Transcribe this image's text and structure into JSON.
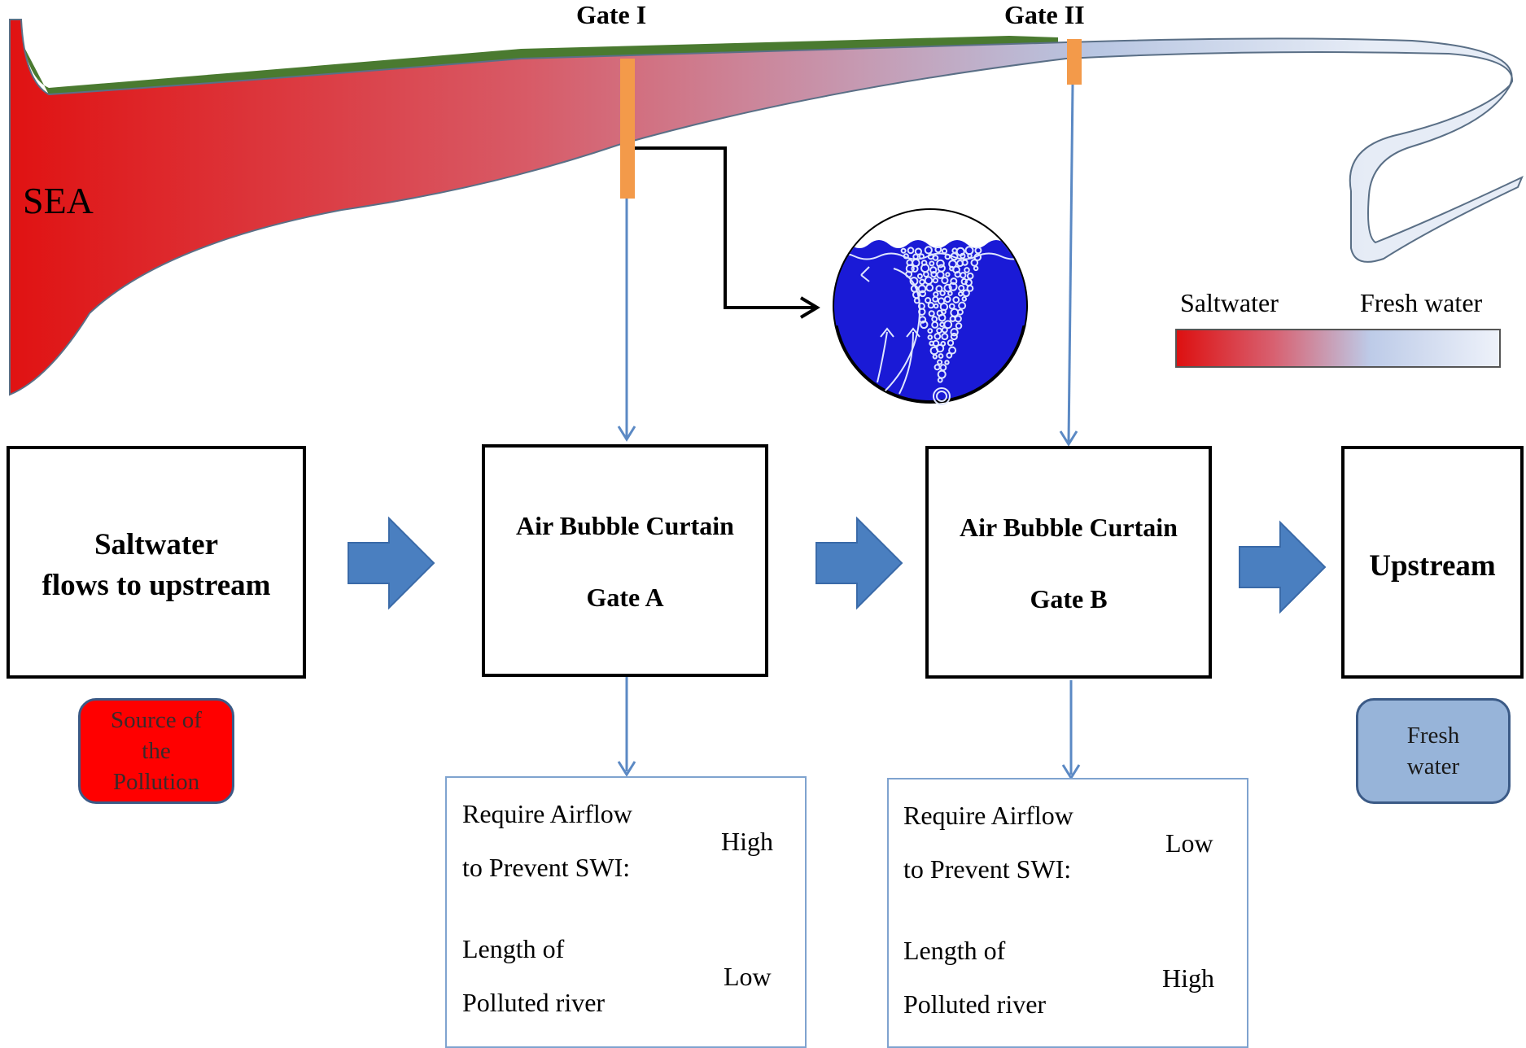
{
  "labels": {
    "sea": "SEA",
    "gate_1": "Gate I",
    "gate_2": "Gate II"
  },
  "legend": {
    "left": "Saltwater",
    "right": "Fresh water"
  },
  "flow": [
    {
      "lines": [
        "Saltwater",
        "flows to upstream"
      ]
    },
    {
      "lines": [
        "Air Bubble Curtain",
        "Gate A"
      ]
    },
    {
      "lines": [
        "Air Bubble Curtain",
        "Gate B"
      ]
    },
    {
      "lines": [
        "Upstream"
      ]
    }
  ],
  "tags": {
    "source": [
      "Source of",
      "the",
      "Pollution"
    ],
    "fresh": [
      "Fresh",
      "water"
    ]
  },
  "info_a": {
    "airflow_label": [
      "Require Airflow",
      "to Prevent SWI:"
    ],
    "airflow_value": "High",
    "length_label": [
      "Length  of",
      "Polluted river"
    ],
    "length_value": "Low"
  },
  "info_b": {
    "airflow_label": [
      "Require Airflow",
      "to Prevent SWI:"
    ],
    "airflow_value": "Low",
    "length_label": [
      "Length  of",
      "Polluted river"
    ],
    "length_value": "High"
  },
  "colors": {
    "saltwater": "#e01010",
    "freshwater": "#e6ecf6",
    "bank": "#4a7a30",
    "gate": "#f39a4a",
    "connector": "#5b89c4",
    "block_arrow": "#4a7fc0",
    "bubble_bg": "#1a1ad6",
    "source_tag": "#ff0000",
    "fresh_tag": "#97b4d9"
  }
}
